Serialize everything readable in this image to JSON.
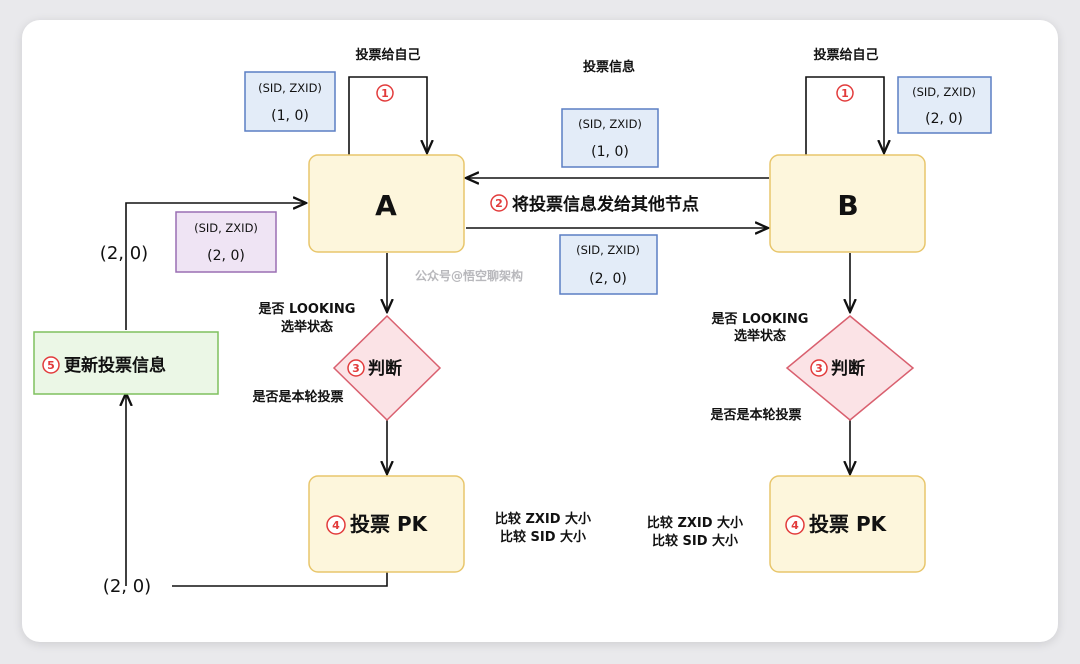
{
  "nodes": {
    "a": "A",
    "b": "B"
  },
  "labels": {
    "vote_self_a": "投票给自己",
    "vote_self_b": "投票给自己",
    "vote_info": "投票信息",
    "send_votes": "将投票信息发给其他节点",
    "watermark": "公众号@悟空聊架构",
    "is_looking_a": [
      "是否 LOOKING",
      "选举状态"
    ],
    "is_looking_b": [
      "是否 LOOKING",
      "选举状态"
    ],
    "is_round_a": "是否是本轮投票",
    "is_round_b": "是否是本轮投票",
    "compare_a": [
      "比较 ZXID 大小",
      "比较 SID 大小"
    ],
    "compare_b": [
      "比较 ZXID 大小",
      "比较 SID 大小"
    ]
  },
  "steps": {
    "s1": "1",
    "s2": "2",
    "s3": "3",
    "s4": "4",
    "s5": "5",
    "judge": "判断",
    "vote_pk": "投票 PK",
    "update_vote": "更新投票信息"
  },
  "vote_boxes": {
    "header": "(SID, ZXID)",
    "a_self": "(1, 0)",
    "b_self": "(2, 0)",
    "a_to_b": "(1, 0)",
    "b_to_a": "(2, 0)",
    "a_updated": "(2, 0)"
  },
  "loop_values": {
    "top": "(2, 0)",
    "bottom": "(2, 0)"
  },
  "colors": {
    "node_fill": "#fdf6dc",
    "node_stroke": "#e8c66c",
    "blue_fill": "#e3ecf8",
    "blue_stroke": "#5b7ec4",
    "purple_fill": "#efe4f4",
    "purple_stroke": "#9a6fb3",
    "diamond_fill": "#fbe3e6",
    "diamond_stroke": "#d9606f",
    "green_fill": "#ebf7e6",
    "green_stroke": "#7fc15f",
    "step_red": "#e23b3b"
  }
}
